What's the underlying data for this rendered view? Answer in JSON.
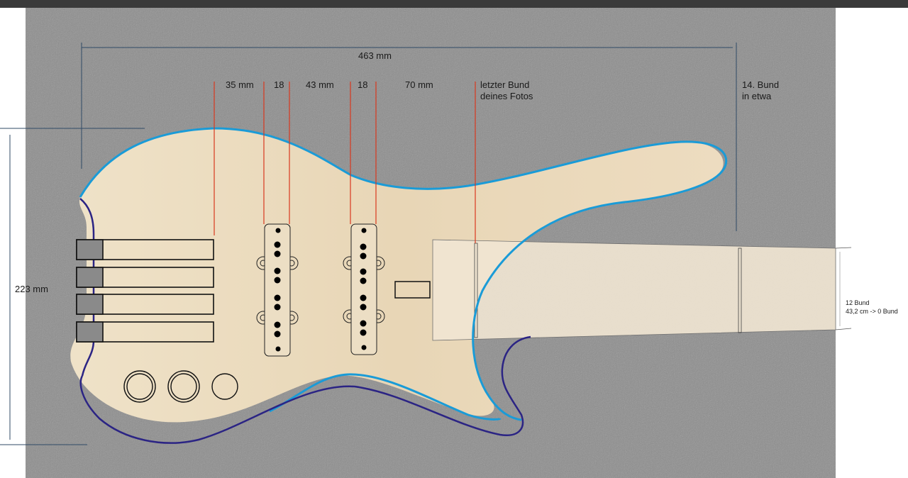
{
  "dimensions": {
    "total_length": "463 mm",
    "height": "223 mm",
    "spacing_1": "35 mm",
    "spacing_2": "18",
    "spacing_3": "43 mm",
    "spacing_4": "18",
    "spacing_5": "70 mm"
  },
  "annotations": {
    "last_fret_line1": "letzter Bund",
    "last_fret_line2": "deines Fotos",
    "fret14_line1": "14. Bund",
    "fret14_line2": "in etwa",
    "fret12_line1": "12 Bund",
    "fret12_line2": "43,2 cm -> 0 Bund"
  },
  "colors": {
    "carpet": "#8d8d8d",
    "body_wood": "#ead9bc",
    "neck_wood": "#f1e6d3",
    "outline_light_blue": "#1a9bd7",
    "outline_dark_blue": "#2b2484",
    "guide_red": "#d9381e",
    "dimension_line": "#2f4a66"
  }
}
